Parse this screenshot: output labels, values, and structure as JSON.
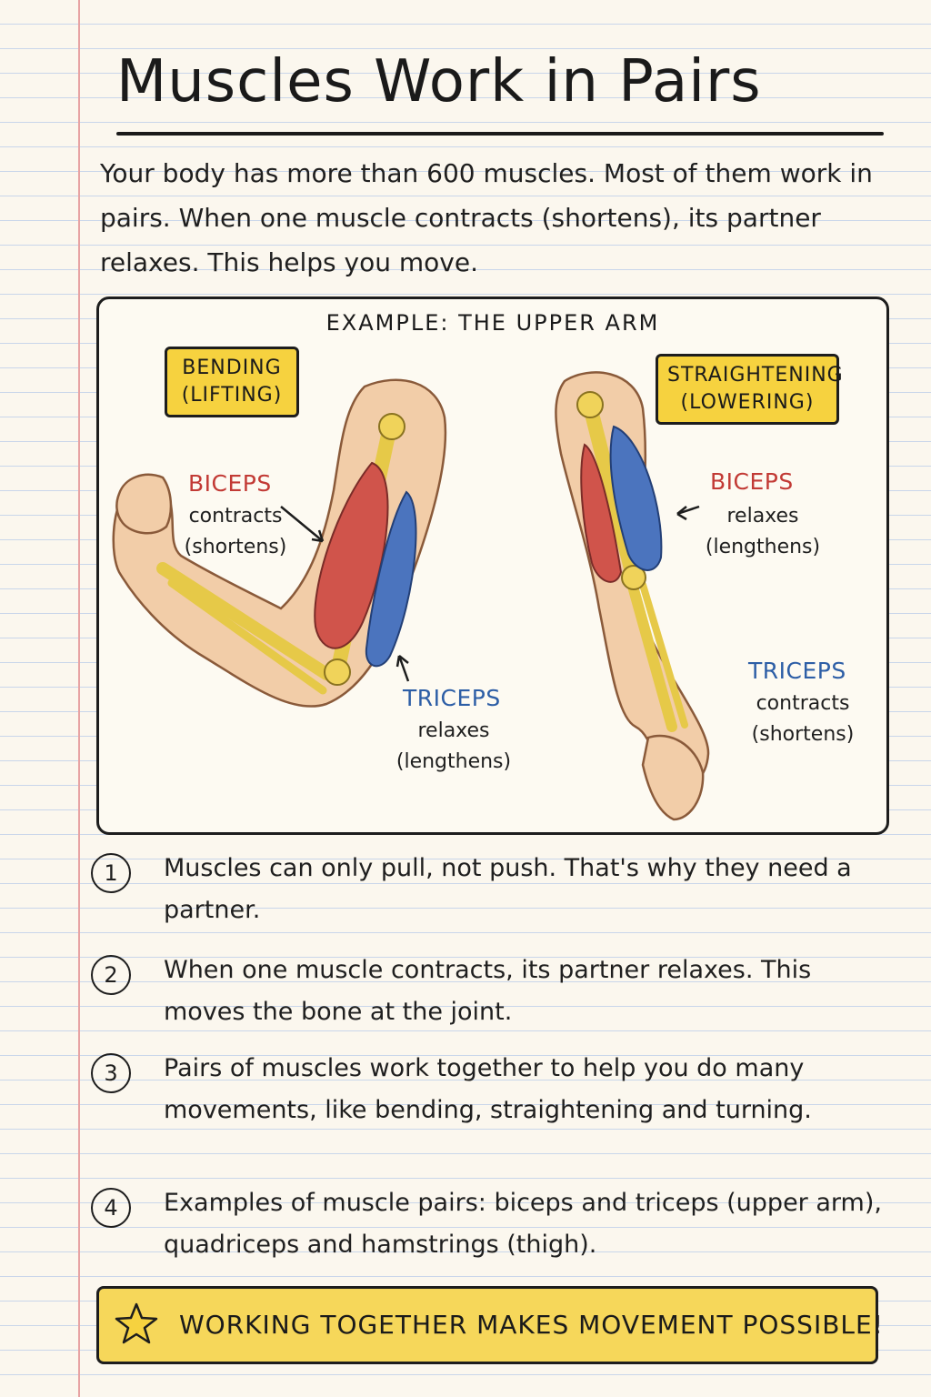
{
  "title": "Muscles Work in Pairs",
  "intro": "Your body has more than 600 muscles. Most of them work in pairs. When one muscle contracts (shortens), its partner relaxes. This helps you move.",
  "example": {
    "title": "EXAMPLE: THE UPPER ARM",
    "bending": {
      "tag_line1": "BENDING",
      "tag_line2": "(LIFTING)",
      "biceps_name": "BICEPS",
      "biceps_line1": "contracts",
      "biceps_line2": "(shortens)",
      "triceps_name": "TRICEPS",
      "triceps_line1": "relaxes",
      "triceps_line2": "(lengthens)"
    },
    "straightening": {
      "tag_line1": "STRAIGHTENING",
      "tag_line2": "(LOWERING)",
      "biceps_name": "BICEPS",
      "biceps_line1": "relaxes",
      "biceps_line2": "(lengthens)",
      "triceps_name": "TRICEPS",
      "triceps_line1": "contracts",
      "triceps_line2": "(shortens)"
    }
  },
  "facts": [
    {
      "number": "1",
      "text": "Muscles can only pull, not push. That's why they need a partner."
    },
    {
      "number": "2",
      "text": "When one muscle contracts, its partner relaxes. This moves the bone at the joint."
    },
    {
      "number": "3",
      "text": "Pairs of muscles work together to help you do many movements, like bending, straightening and turning."
    },
    {
      "number": "4",
      "text": "Examples of muscle pairs: biceps and triceps (upper arm), quadriceps and hamstrings (thigh)."
    }
  ],
  "banner": {
    "text": "WORKING TOGETHER MAKES MOVEMENT POSSIBLE!",
    "icon": "star-icon"
  },
  "colors": {
    "biceps": "#c23a35",
    "triceps": "#2d5ea6",
    "highlight": "#f6d23f",
    "paper": "#fbf7ee",
    "rule_lines": "#c9d6ea",
    "margin_line": "#e7a3a3"
  }
}
